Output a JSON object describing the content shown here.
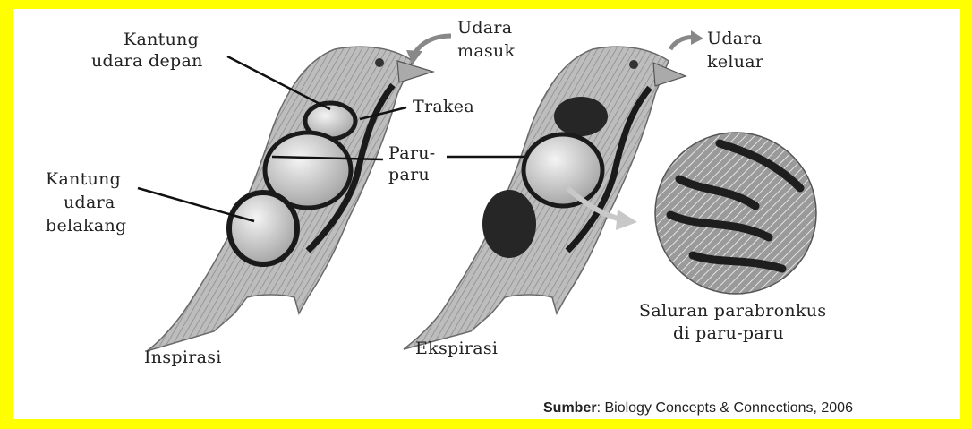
{
  "labels": {
    "kantung_udara_depan": [
      "Kantung",
      "udara depan"
    ],
    "udara_masuk": [
      "Udara",
      "masuk"
    ],
    "udara_keluar": [
      "Udara",
      "keluar"
    ],
    "trakea": "Trakea",
    "paru_paru_1": [
      "Paru-",
      "paru"
    ],
    "kantung_udara_belakang": [
      "Kantung",
      "udara",
      "belakang"
    ],
    "inspirasi": "Inspirasi",
    "ekspirasi": "Ekspirasi",
    "saluran": [
      "Saluran parabronkus",
      "di paru-paru"
    ]
  },
  "source": {
    "prefix": "Sumber",
    "text": ": Biology Concepts & Connections, 2006"
  },
  "colors": {
    "border": "#ffff00",
    "bird_body": "#b9b9b9",
    "airways": "#1a1a1a"
  }
}
